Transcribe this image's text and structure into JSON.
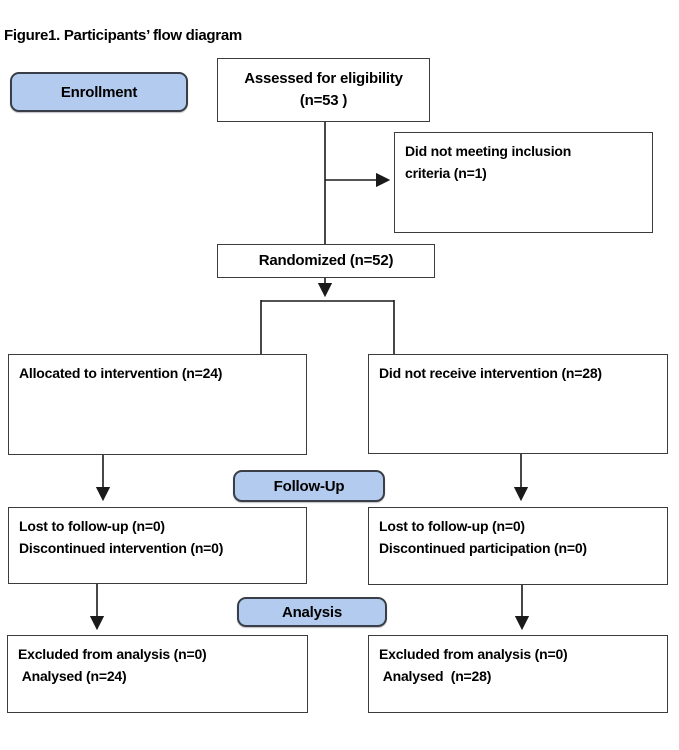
{
  "title": {
    "prefix": "Figure1.",
    "caption": " Participants’ flow diagram"
  },
  "badges": {
    "enrollment": "Enrollment",
    "followup": "Follow-Up",
    "analysis": "Analysis"
  },
  "boxes": {
    "assessed": "Assessed for eligibility\n(n=53 )",
    "not_included": "Did not meeting inclusion\ncriteria (n=1)",
    "randomized": "Randomized (n=52)",
    "allocated_intervention": "Allocated to intervention (n=24)",
    "no_intervention": "Did not receive intervention (n=28)",
    "followup_intervention": "Lost to follow-up (n=0)\nDiscontinued intervention (n=0)",
    "followup_control": "Lost to follow-up (n=0)\nDiscontinued participation (n=0)",
    "analysis_intervention": "Excluded from analysis (n=0)\n Analysed (n=24)",
    "analysis_control": "Excluded from analysis (n=0)\n Analysed  (n=28)"
  },
  "colors": {
    "badge_fill": "#b3cbee",
    "badge_border": "#3a3f47",
    "box_border": "#3c3c3c",
    "line": "#1a1a1a"
  }
}
